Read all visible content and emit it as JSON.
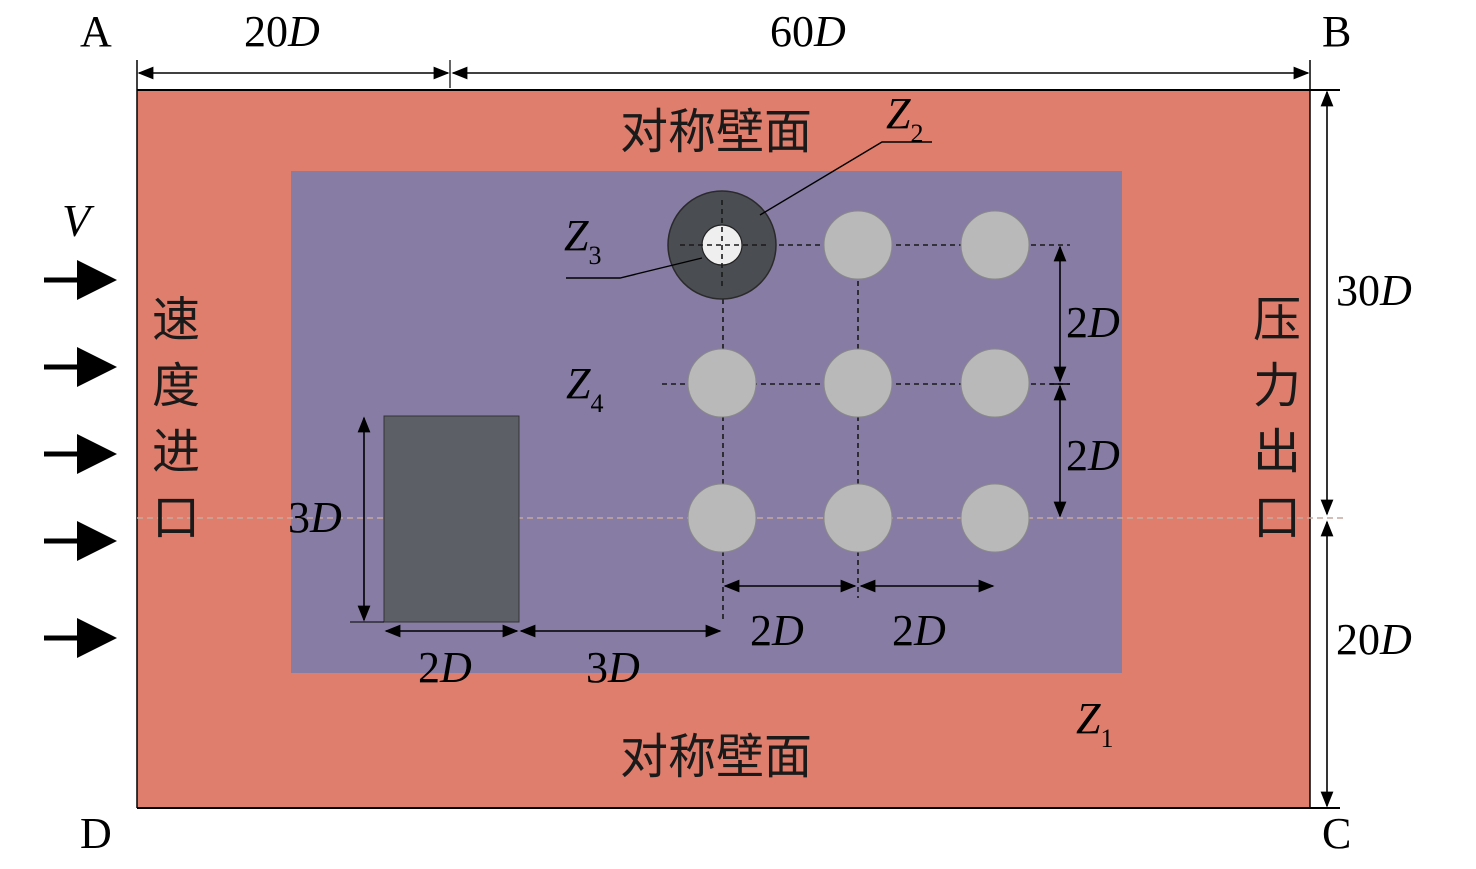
{
  "corners": {
    "a": "A",
    "b": "B",
    "c": "C",
    "d": "D"
  },
  "top_dims": {
    "left": {
      "num": "20",
      "sym": "D"
    },
    "right": {
      "num": "60",
      "sym": "D"
    }
  },
  "right_dims": {
    "upper": {
      "num": "30",
      "sym": "D"
    },
    "lower": {
      "num": "20",
      "sym": "D"
    }
  },
  "inlet": {
    "velocity": "V",
    "label_chars": [
      "速",
      "度",
      "进",
      "口"
    ]
  },
  "outlet": {
    "label_chars": [
      "压",
      "力",
      "出",
      "口"
    ]
  },
  "walls": {
    "top": "对称壁面",
    "bottom": "对称壁面"
  },
  "zones": {
    "z1": {
      "letter": "Z",
      "sub": "1"
    },
    "z2": {
      "letter": "Z",
      "sub": "2"
    },
    "z3": {
      "letter": "Z",
      "sub": "3"
    },
    "z4": {
      "letter": "Z",
      "sub": "4"
    }
  },
  "inner_dims": {
    "vertical_upper": {
      "num": "2",
      "sym": "D"
    },
    "vertical_lower": {
      "num": "2",
      "sym": "D"
    },
    "horizontal_left": {
      "num": "2",
      "sym": "D"
    },
    "horizontal_right": {
      "num": "2",
      "sym": "D"
    },
    "block_height": {
      "num": "3",
      "sym": "D"
    },
    "block_width": {
      "num": "2",
      "sym": "D"
    },
    "block_gap": {
      "num": "3",
      "sym": "D"
    }
  },
  "colors": {
    "outer": "#e07e6d",
    "inner": "#877ca3",
    "block": "#5c5f66",
    "cylinder": "#b9b9b9",
    "ring": "#4a4d52",
    "core": "#efefef"
  }
}
